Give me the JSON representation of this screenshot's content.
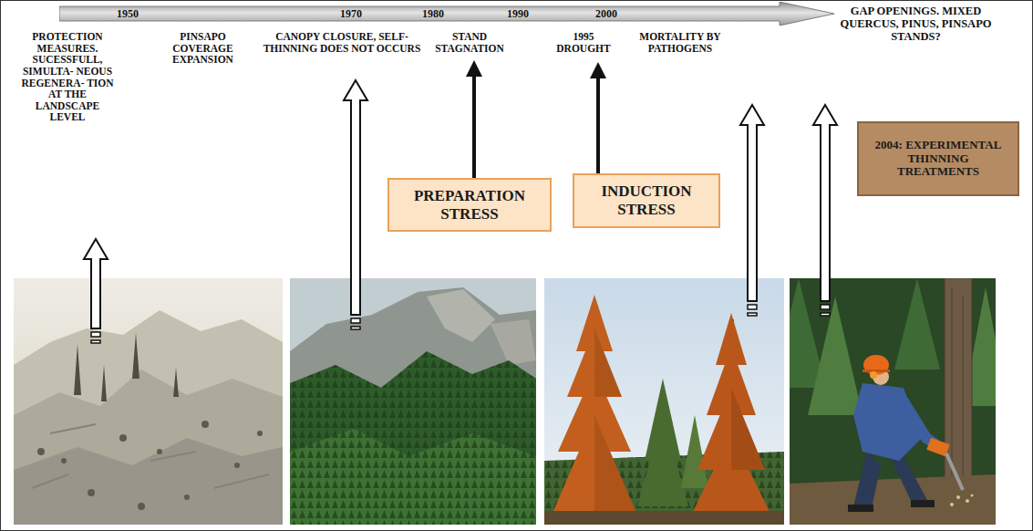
{
  "diagram": {
    "nodes": [
      {
        "text": [
          "1950",
          "1970",
          "1980",
          "1990",
          "2000"
        ]
      },
      {
        "text": [
          "PREPARATION STRESS"
        ]
      },
      {
        "text": [
          "INDUCTION STRESS"
        ]
      },
      {
        "text": [
          "2004: EXPERIMENTAL THINNING TREATMENTS"
        ]
      }
    ],
    "labels": [
      "PROTECTION MEASURES. SUCESSFULL, SIMULTA- NEOUS REGENERA- TION AT THE LANDSCAPE LEVEL",
      "PINSAPO COVERAGE EXPANSION",
      "CANOPY CLOSURE, SELF- THINNING DOES NOT OCCURS",
      "STAND STAGNATION",
      "1995 DROUGHT",
      "MORTALITY BY PATHOGENS",
      "GAP OPENINGS. MIXED QUERCUS, PINUS, PINSAPO STANDS?"
    ]
  }
}
